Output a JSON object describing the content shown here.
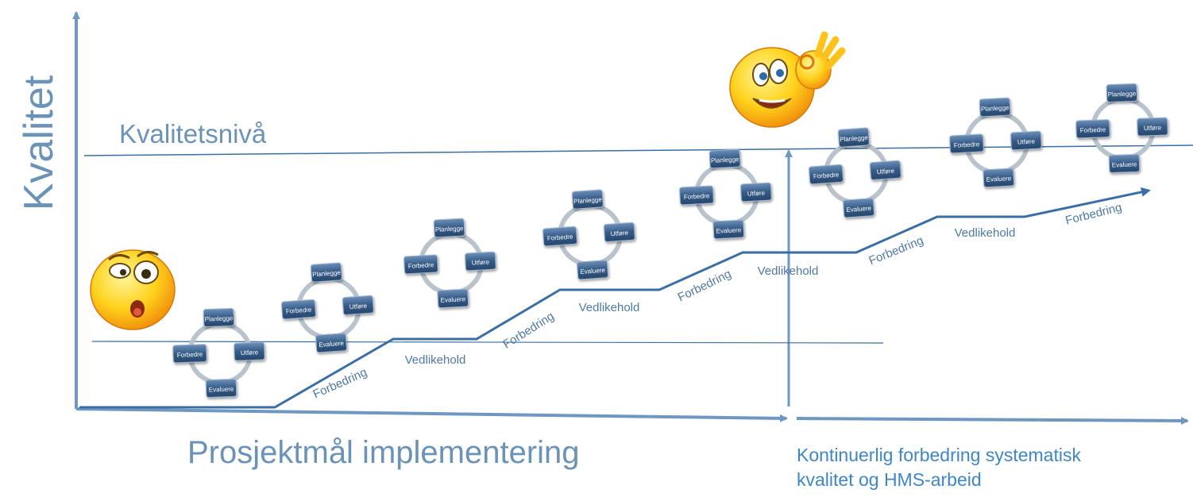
{
  "y_axis_label": "Kvalitet",
  "quality_level_label": "Kvalitetsnivå",
  "x_axis_label": "Prosjektmål implementering",
  "x_axis_label_2_line1": "Kontinuerlig forbedring systematisk",
  "x_axis_label_2_line2": "kvalitet og HMS-arbeid",
  "cycle_labels": {
    "top": "Planlegge",
    "left": "Forbedre",
    "right": "Utføre",
    "bottom": "Evaluere"
  },
  "cycles_count": 8,
  "step_labels": {
    "rise": "Forbedring",
    "flat": "Vedlikehold"
  },
  "colors": {
    "axis": "#6f97c2",
    "line": "#3a6ea5",
    "text": "#4e79a6",
    "box_dark": "#2e4e75",
    "box_light": "#5b82ad",
    "ring": "#b9c3cc"
  },
  "icons": [
    "confused-smiley-icon",
    "ok-hand-smiley-icon"
  ]
}
